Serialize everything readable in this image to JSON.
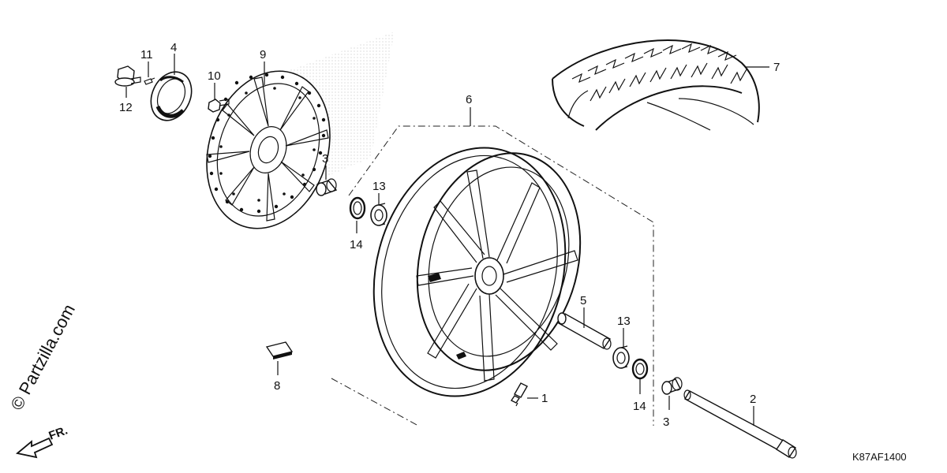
{
  "diagram": {
    "watermark": "© Partzilla.com",
    "direction_label": "FR.",
    "diagram_code": "K87AF1400",
    "callouts": {
      "valve": "1",
      "axle": "2",
      "collar_left": "3",
      "collar_right": "3",
      "wheel_balance_weight_plate": "4",
      "distance_collar": "5",
      "wheel_assembly": "6",
      "tire": "7",
      "balance_weight": "8",
      "brake_disc": "9",
      "disc_bolt": "10",
      "bolt_small": "11",
      "flange_bolt": "12",
      "bearing_left": "13",
      "bearing_right": "13",
      "dust_seal_left": "14",
      "dust_seal_right": "14"
    }
  }
}
